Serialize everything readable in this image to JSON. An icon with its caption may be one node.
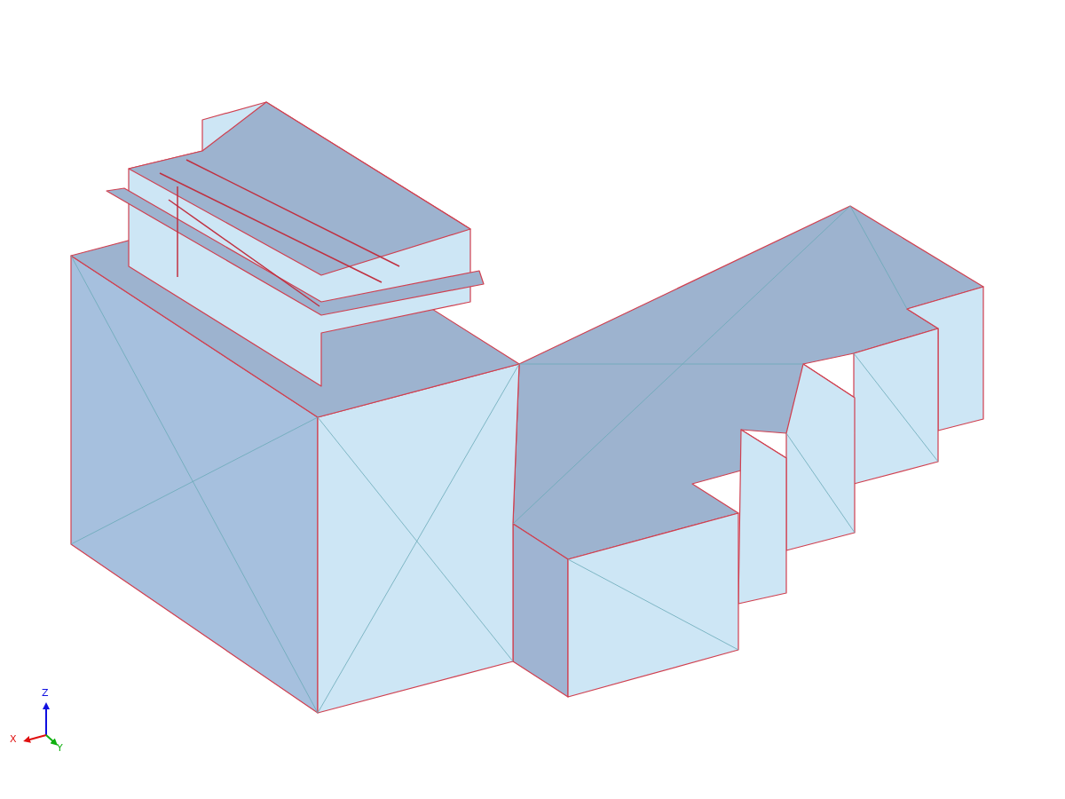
{
  "diagram": {
    "labels": [
      "Z",
      "X",
      "Y"
    ]
  }
}
